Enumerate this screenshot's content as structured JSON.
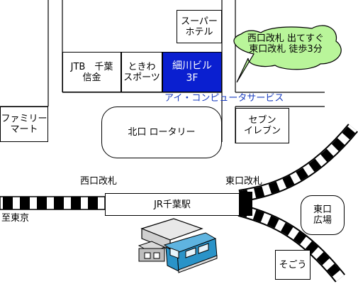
{
  "colors": {
    "highlight_building": "#0a1fd0",
    "service_label": "#1a3dbf",
    "bubble_fill": "#b9f59a",
    "train_body": "#2a93c8"
  },
  "buildings": {
    "jtb": "JTB　千葉\n信金",
    "tokiwa": "ときわ\nスポーツ",
    "hosokawa": "細川ビル\n3F",
    "super_hotel": "スーパー\nホテル",
    "family_mart": "ファミリー\nマート",
    "seven_eleven": "セブン\nイレブン",
    "sogo": "そごう",
    "east_plaza": "東口\n広場",
    "station": "JR千葉駅"
  },
  "labels": {
    "service": "アイ・コンピュータサービス",
    "north_rotary": "北口 ロータリー",
    "west_gate": "西口改札",
    "east_gate": "東口改札",
    "to_tokyo": "至東京"
  },
  "callout": {
    "text": "西口改札 出てすぐ\n東口改札 徒歩3分"
  },
  "icons": {
    "train": "train-icon"
  }
}
